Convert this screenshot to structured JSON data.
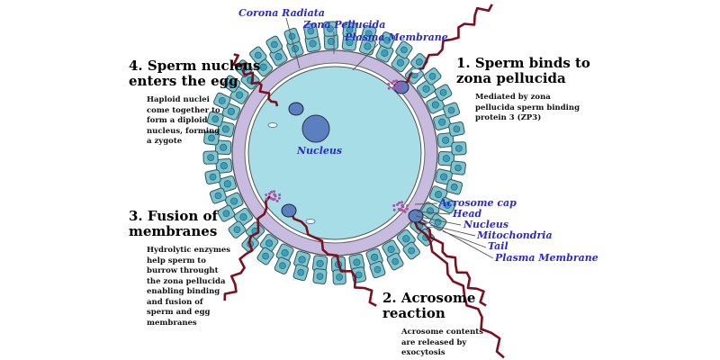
{
  "labels": {
    "corona_radiata": "Corona Radiata",
    "zona_pellucida": "Zona Pellucida",
    "plasma_membrane_egg": "Plasma Membrane",
    "nucleus_egg": "Nucleus",
    "sperm_parts": [
      "Acrosome cap",
      "Head",
      "Nucleus",
      "Mitochondria",
      "Tail",
      "Plasma Membrane"
    ]
  },
  "steps": [
    {
      "title": "1. Sperm binds to\nzona pellucida",
      "description": "Mediated by zona\npellucida sperm binding\nprotein 3 (ZP3)"
    },
    {
      "title": "2. Acrosome\nreaction",
      "description": "Acrosome contents\nare released by\nexocytosis"
    },
    {
      "title": "3. Fusion of\nmembranes",
      "description": "Hydrolytic enzymes\nhelp sperm to\nburrow throught\nthe zona pellucida\nenabling binding\nand fusion of\nsperm and egg\nmembranes"
    },
    {
      "title": "4. Sperm nucleus\nenters the egg",
      "description": "Haploid nuclei\ncome together to\nform a diploid\nnucleus, forming\na zygote"
    }
  ],
  "colors": {
    "label_blue": "#2b2bc4",
    "follicle_fill": "#7fc4cc",
    "follicle_nucleus": "#3a9fbf",
    "zona_pellucida": "#c7bce0",
    "egg_cytoplasm": "#a7dde6",
    "egg_nucleus": "#5b7fbf",
    "sperm_tail": "#7a0f1f",
    "acrosome_enzymes": "#b04fa8"
  }
}
